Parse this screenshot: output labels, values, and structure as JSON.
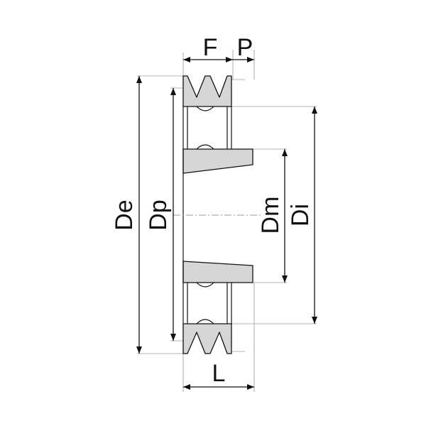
{
  "diagram": {
    "labels": {
      "F": "F",
      "P": "P",
      "De": "De",
      "Dp": "Dp",
      "Dm": "Dm",
      "Di": "Di",
      "L": "L"
    },
    "colors": {
      "outline": "#111111",
      "fill": "#d6d6d6",
      "extension_line": "#9a9a9a",
      "background": "#ffffff"
    }
  }
}
